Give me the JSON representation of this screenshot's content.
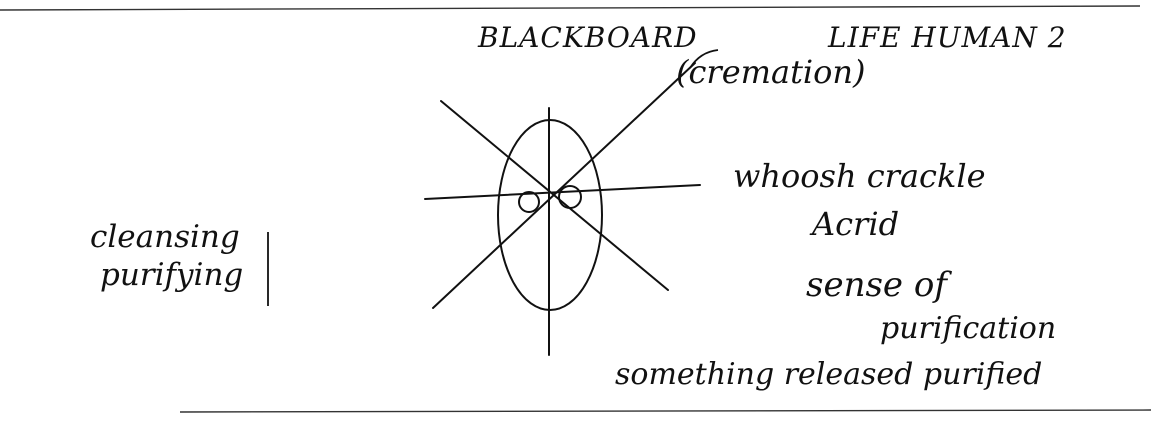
{
  "note": {
    "heading_left": "BLACKBOARD",
    "heading_right": "LIFE HUMAN 2",
    "label_top": "(cremation)",
    "left_words": [
      "cleansing",
      "purifying"
    ],
    "right_words": [
      "whoosh crackle",
      "Acrid",
      "sense of",
      "purification"
    ],
    "bottom_words": "something released purified"
  },
  "colors": {
    "ink": "#111111",
    "rule": "#333333",
    "paper": "#ffffff"
  }
}
